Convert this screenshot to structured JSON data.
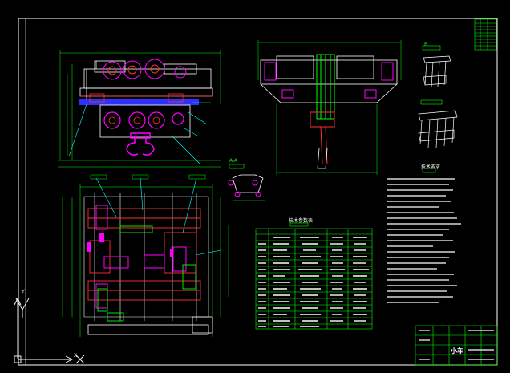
{
  "drawing": {
    "background": "#000000",
    "colors": {
      "frame": "#ffffff",
      "outline_green": "#00ff00",
      "cyan": "#00ffff",
      "magenta": "#ff00ff",
      "red": "#ff3030",
      "yellow": "#ffff00",
      "blue": "#3030ff",
      "white": "#ffffff"
    },
    "table_title": "技术参数表",
    "notes_title": "技术要求",
    "title_block_name": "小车",
    "view_labels": {
      "section_a": "A-A",
      "detail_b": "B"
    },
    "ucs_icon": {
      "x_label": "X",
      "y_label": "Y"
    }
  }
}
